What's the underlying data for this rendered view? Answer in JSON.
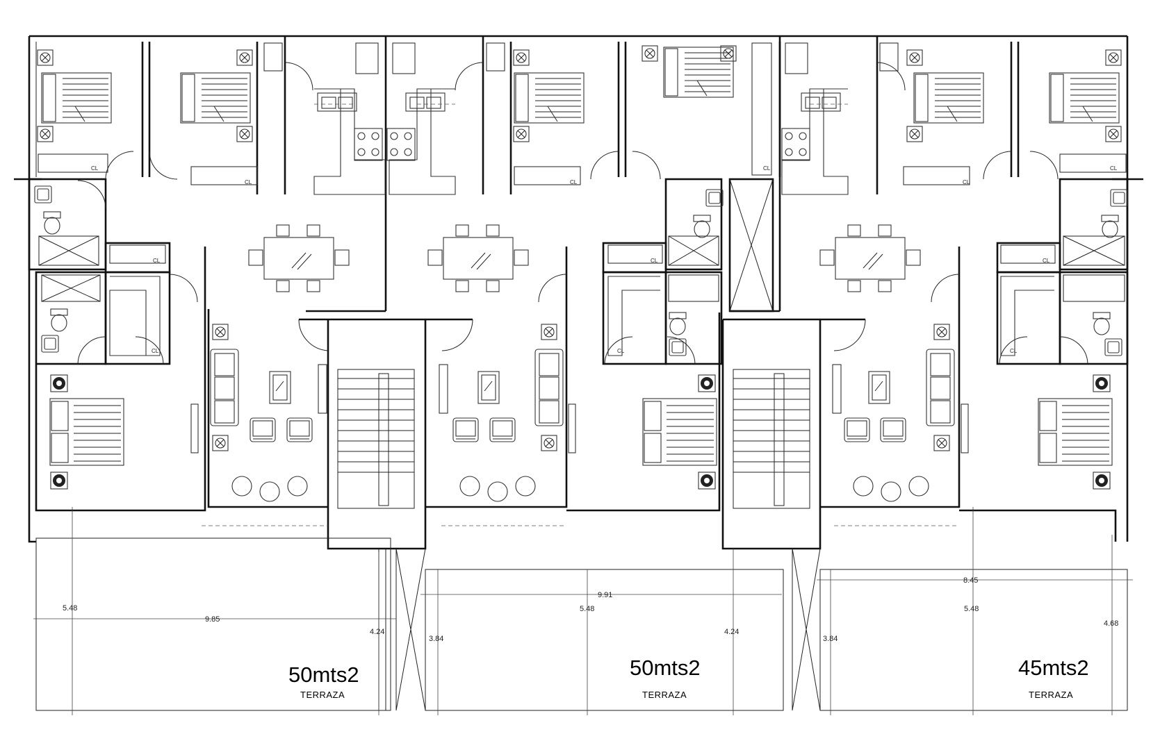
{
  "units": [
    {
      "area_label": "50mts2",
      "terrace_label": "TERRAZA",
      "closet_label": "CL"
    },
    {
      "area_label": "50mts2",
      "terrace_label": "TERRAZA",
      "closet_label": "CL"
    },
    {
      "area_label": "45mts2",
      "terrace_label": "TERRAZA",
      "closet_label": "CL"
    }
  ],
  "dimensions": {
    "u1_width": "9.85",
    "u2_width": "9.91",
    "u3_width": "8.45",
    "u1_depth": "5.48",
    "u2_depth": "5.48",
    "u3_depth": "5.48",
    "u1_side": "4.24",
    "u2_side_left": "3.84",
    "u2_side_right": "4.24",
    "u3_side_left": "3.84",
    "u3_side_right": "4.68"
  }
}
